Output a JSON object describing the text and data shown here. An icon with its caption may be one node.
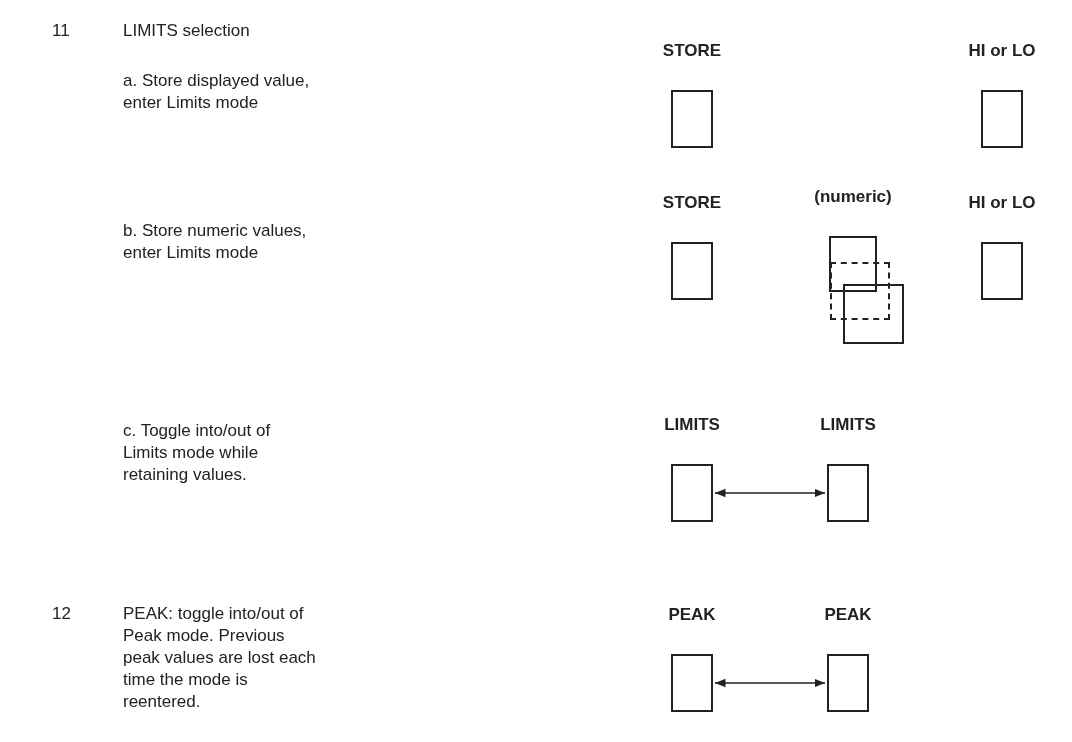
{
  "diagram": {
    "nodes": [
      {
        "text": [
          "STORE"
        ]
      },
      {
        "text": [
          "HI or LO"
        ]
      },
      {
        "text": [
          "STORE"
        ]
      },
      {
        "text": [
          "(numeric)"
        ]
      },
      {
        "text": [],
        "shape": "box"
      },
      {
        "text": [],
        "shape": "box"
      },
      {
        "text": [
          "HI or LO"
        ]
      },
      {
        "text": [
          "LIMITS"
        ]
      },
      {
        "text": [
          "LIMITS"
        ]
      },
      {
        "text": [
          "PEAK"
        ]
      },
      {
        "text": [
          "PEAK"
        ]
      }
    ],
    "edges": [
      {
        "from": 7,
        "to": 8,
        "arrow": "both"
      },
      {
        "from": 9,
        "to": 10,
        "arrow": "both"
      }
    ],
    "labels": [
      "11",
      "LIMITS selection",
      "a. Store displayed value, enter Limits mode",
      "b. Store numeric values, enter Limits mode",
      "c. Toggle into/out of Limits mode while retaining values.",
      "12",
      "PEAK: toggle into/out of Peak mode. Previous peak values are lost each time the mode is reentered."
    ]
  }
}
